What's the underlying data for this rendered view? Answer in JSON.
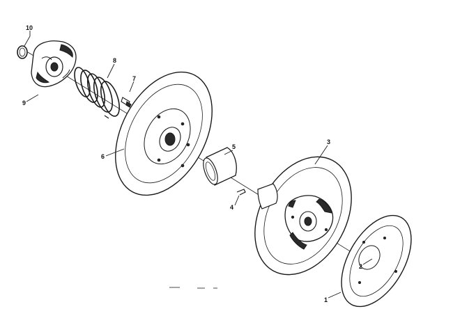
{
  "diagram": {
    "callouts": [
      "10",
      "9",
      "8",
      "7",
      "6",
      "5",
      "3",
      "4",
      "2",
      "1"
    ]
  }
}
